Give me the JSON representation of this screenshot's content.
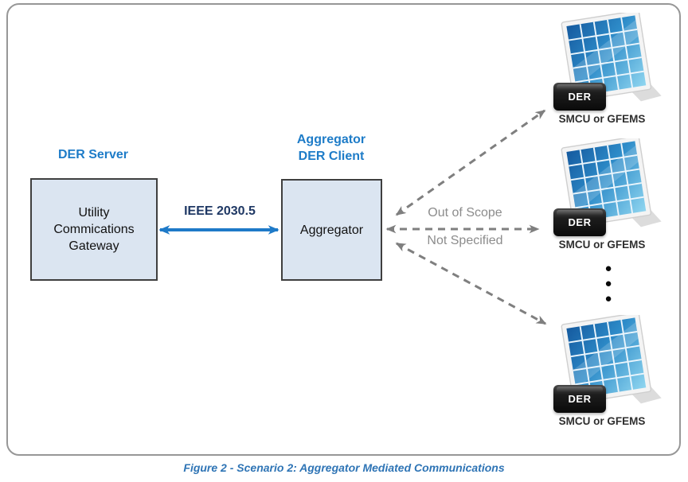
{
  "diagram": {
    "server": {
      "title": "DER Server",
      "box_lines": [
        "Utility",
        "Commications",
        "Gateway"
      ]
    },
    "aggregator": {
      "title_lines": [
        "Aggregator",
        "DER Client"
      ],
      "box_label": "Aggregator"
    },
    "link_label": "IEEE 2030.5",
    "scope_note_lines": [
      "Out of Scope",
      "Not Specified"
    ],
    "der_units": [
      {
        "device_label": "DER",
        "caption": "SMCU or GFEMS"
      },
      {
        "device_label": "DER",
        "caption": "SMCU or GFEMS"
      },
      {
        "device_label": "DER",
        "caption": "SMCU or GFEMS"
      }
    ],
    "ellipsis_dot": "●"
  },
  "figure_caption": "Figure 2 - Scenario 2: Aggregator Mediated Communications",
  "colors": {
    "title_blue": "#1E7CC8",
    "link_navy": "#1F3864",
    "link_arrow_blue": "#1E7AC8",
    "scope_gray": "#8C8C8C",
    "dashed_arrow_gray": "#7F7F7F",
    "node_fill": "#DBE5F1",
    "node_border": "#3F3F3F",
    "frame_border": "#979797",
    "caption_blue": "#2E74B5",
    "device_black": "#0a0a0a"
  }
}
